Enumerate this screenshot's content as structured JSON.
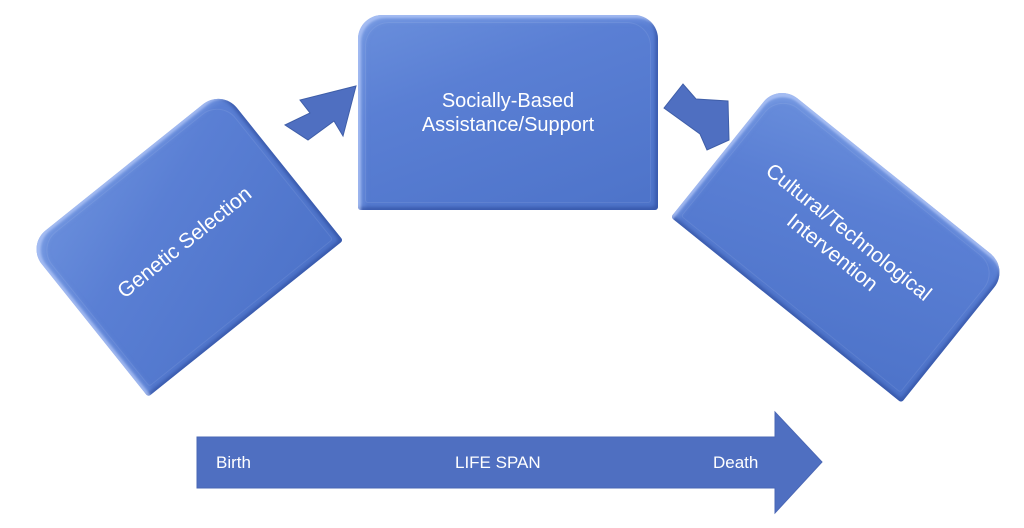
{
  "diagram": {
    "stages": [
      {
        "id": "genetic",
        "label": "Genetic Selection"
      },
      {
        "id": "social",
        "label": "Socially-Based Assistance/Support"
      },
      {
        "id": "cultural",
        "label": "Cultural/Technological Intervention"
      }
    ],
    "connectors": [
      {
        "from": "genetic",
        "to": "social",
        "type": "notched-arrow"
      },
      {
        "from": "social",
        "to": "cultural",
        "type": "notched-arrow"
      }
    ],
    "timeline": {
      "start_label": "Birth",
      "center_label": "LIFE SPAN",
      "end_label": "Death"
    },
    "colors": {
      "shape_fill": "#4f74c8",
      "shape_highlight": "#6a8fdc",
      "arrow_fill": "#4f6fc1",
      "arrow_stroke": "#3f5ea8",
      "text": "#ffffff",
      "background": "#ffffff"
    }
  }
}
